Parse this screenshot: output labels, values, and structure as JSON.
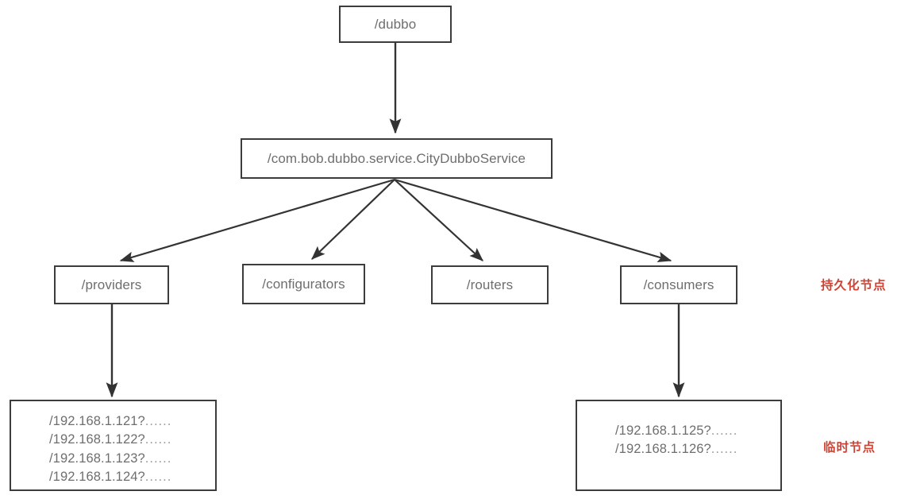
{
  "diagram": {
    "title": "Dubbo ZooKeeper registry node tree",
    "colors": {
      "box_border": "#3c3c3c",
      "box_fill": "#ffffff",
      "node_text": "#6e6e6e",
      "edge": "#333333",
      "annotation_red": "#cc4435",
      "background": "#ffffff"
    },
    "nodes": {
      "root": {
        "label": "/dubbo"
      },
      "service": {
        "label": "/com.bob.dubbo.service.CityDubboService"
      },
      "providers": {
        "label": "/providers"
      },
      "configurators": {
        "label": "/configurators"
      },
      "routers": {
        "label": "/routers"
      },
      "consumers": {
        "label": "/consumers"
      },
      "provider_instances": {
        "items": [
          {
            "address": "/192.168.1.121?",
            "suffix": "......"
          },
          {
            "address": "/192.168.1.122?",
            "suffix": "......"
          },
          {
            "address": "/192.168.1.123?",
            "suffix": "......"
          },
          {
            "address": "/192.168.1.124?",
            "suffix": "......"
          }
        ]
      },
      "consumer_instances": {
        "items": [
          {
            "address": "/192.168.1.125?",
            "suffix": "......"
          },
          {
            "address": "/192.168.1.126?",
            "suffix": "......"
          }
        ]
      }
    },
    "annotations": {
      "persistent": "持久化节点",
      "ephemeral": "临时节点"
    },
    "edges": [
      {
        "from": "root",
        "to": "service"
      },
      {
        "from": "service",
        "to": "providers"
      },
      {
        "from": "service",
        "to": "configurators"
      },
      {
        "from": "service",
        "to": "routers"
      },
      {
        "from": "service",
        "to": "consumers"
      },
      {
        "from": "providers",
        "to": "provider_instances"
      },
      {
        "from": "consumers",
        "to": "consumer_instances"
      }
    ]
  }
}
